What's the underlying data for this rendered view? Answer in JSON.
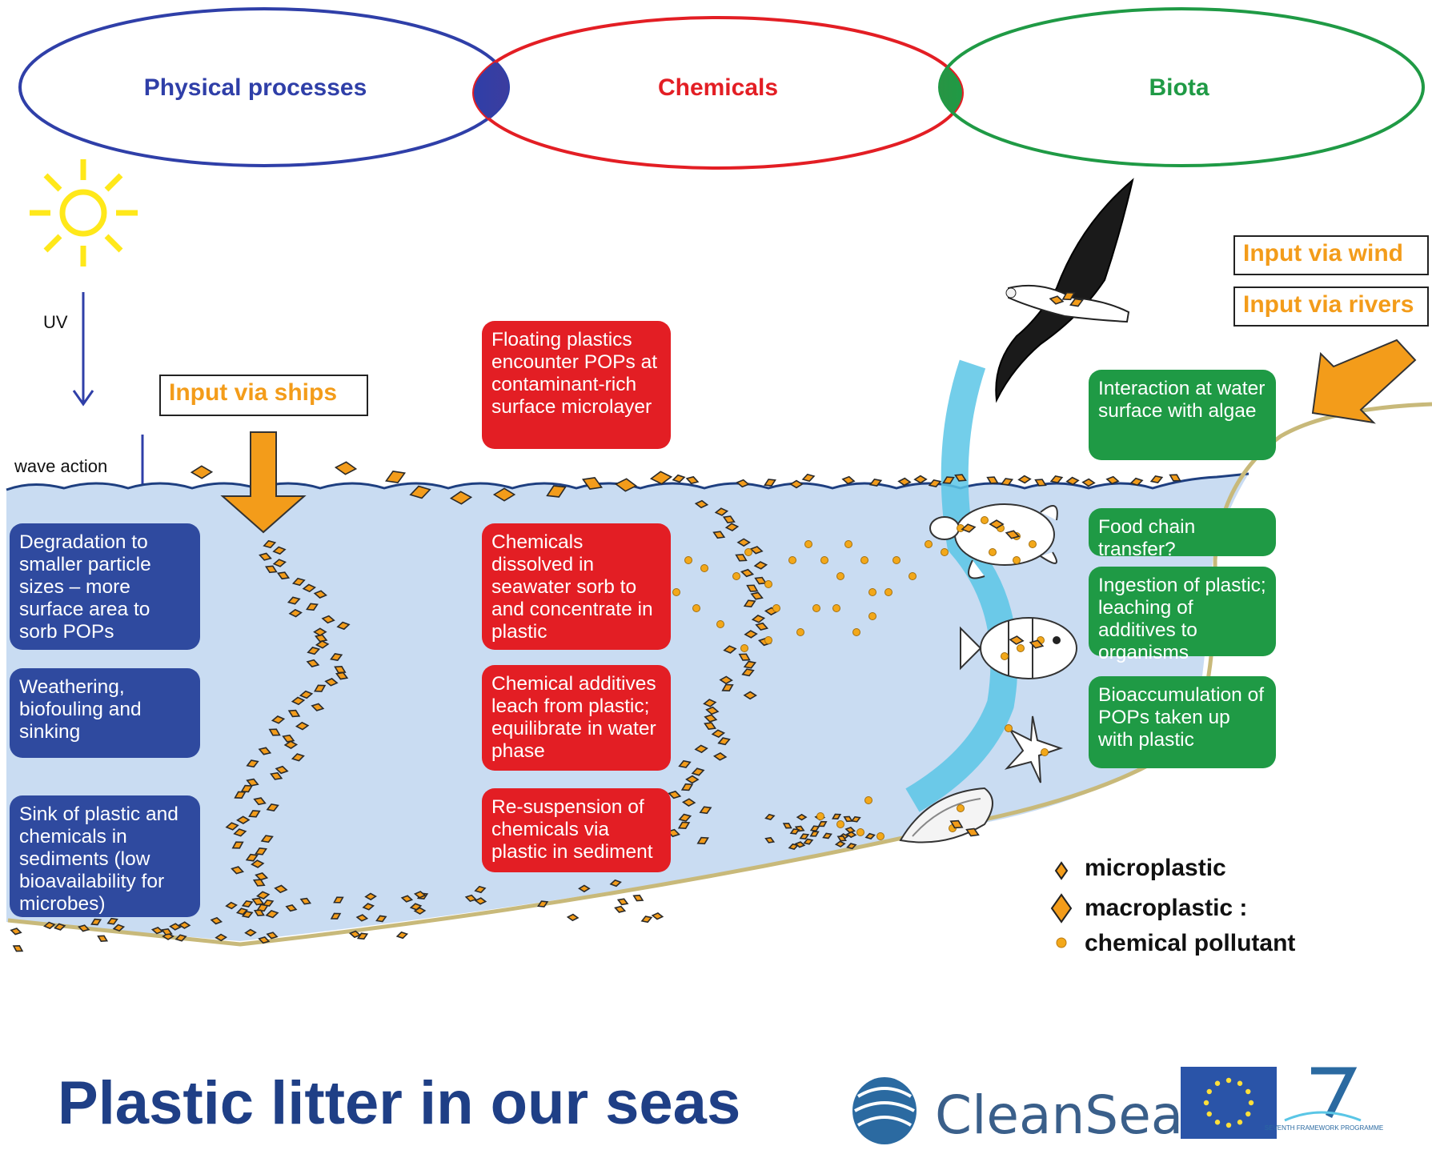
{
  "processes": {
    "physical": "Physical processes",
    "chemicals": "Chemicals",
    "biota": "Biota"
  },
  "labels": {
    "uv": "UV",
    "wave_action": "wave action",
    "input_ships": "Input via ships",
    "input_wind": "Input via wind",
    "input_rivers": "Input via rivers"
  },
  "boxes": {
    "blue": [
      "Degradation to smaller particle sizes – more surface area to sorb POPs",
      "Weathering, biofouling and sinking",
      "Sink of plastic and chemicals in sediments (low bioavailability for microbes)"
    ],
    "red": [
      "Floating plastics encounter POPs at contaminant-rich surface microlayer",
      "Chemicals dissolved in seawater sorb to and concentrate in plastic",
      "Chemical additives leach from plastic; equilibrate in water phase",
      "Re-suspension of chemicals via plastic in sediment"
    ],
    "green": [
      "Interaction at water surface with algae",
      "Food chain transfer?",
      "Ingestion of plastic; leaching of additives to organisms",
      "Bioaccumulation of POPs taken up with plastic"
    ]
  },
  "legend": {
    "microplastic": "microplastic",
    "macroplastic": "macroplastic :",
    "pollutant": "chemical pollutant"
  },
  "footer": {
    "title": "Plastic litter in our seas",
    "logo_text": "CleanSea",
    "fp7_text": "SEVENTH FRAMEWORK PROGRAMME"
  },
  "colors": {
    "blue": "#2f4a9f",
    "red": "#e31e24",
    "green": "#1f9a45",
    "water": "#c9dcf2",
    "plastic": "#f39c1a",
    "sediment": "#c8b97a"
  }
}
